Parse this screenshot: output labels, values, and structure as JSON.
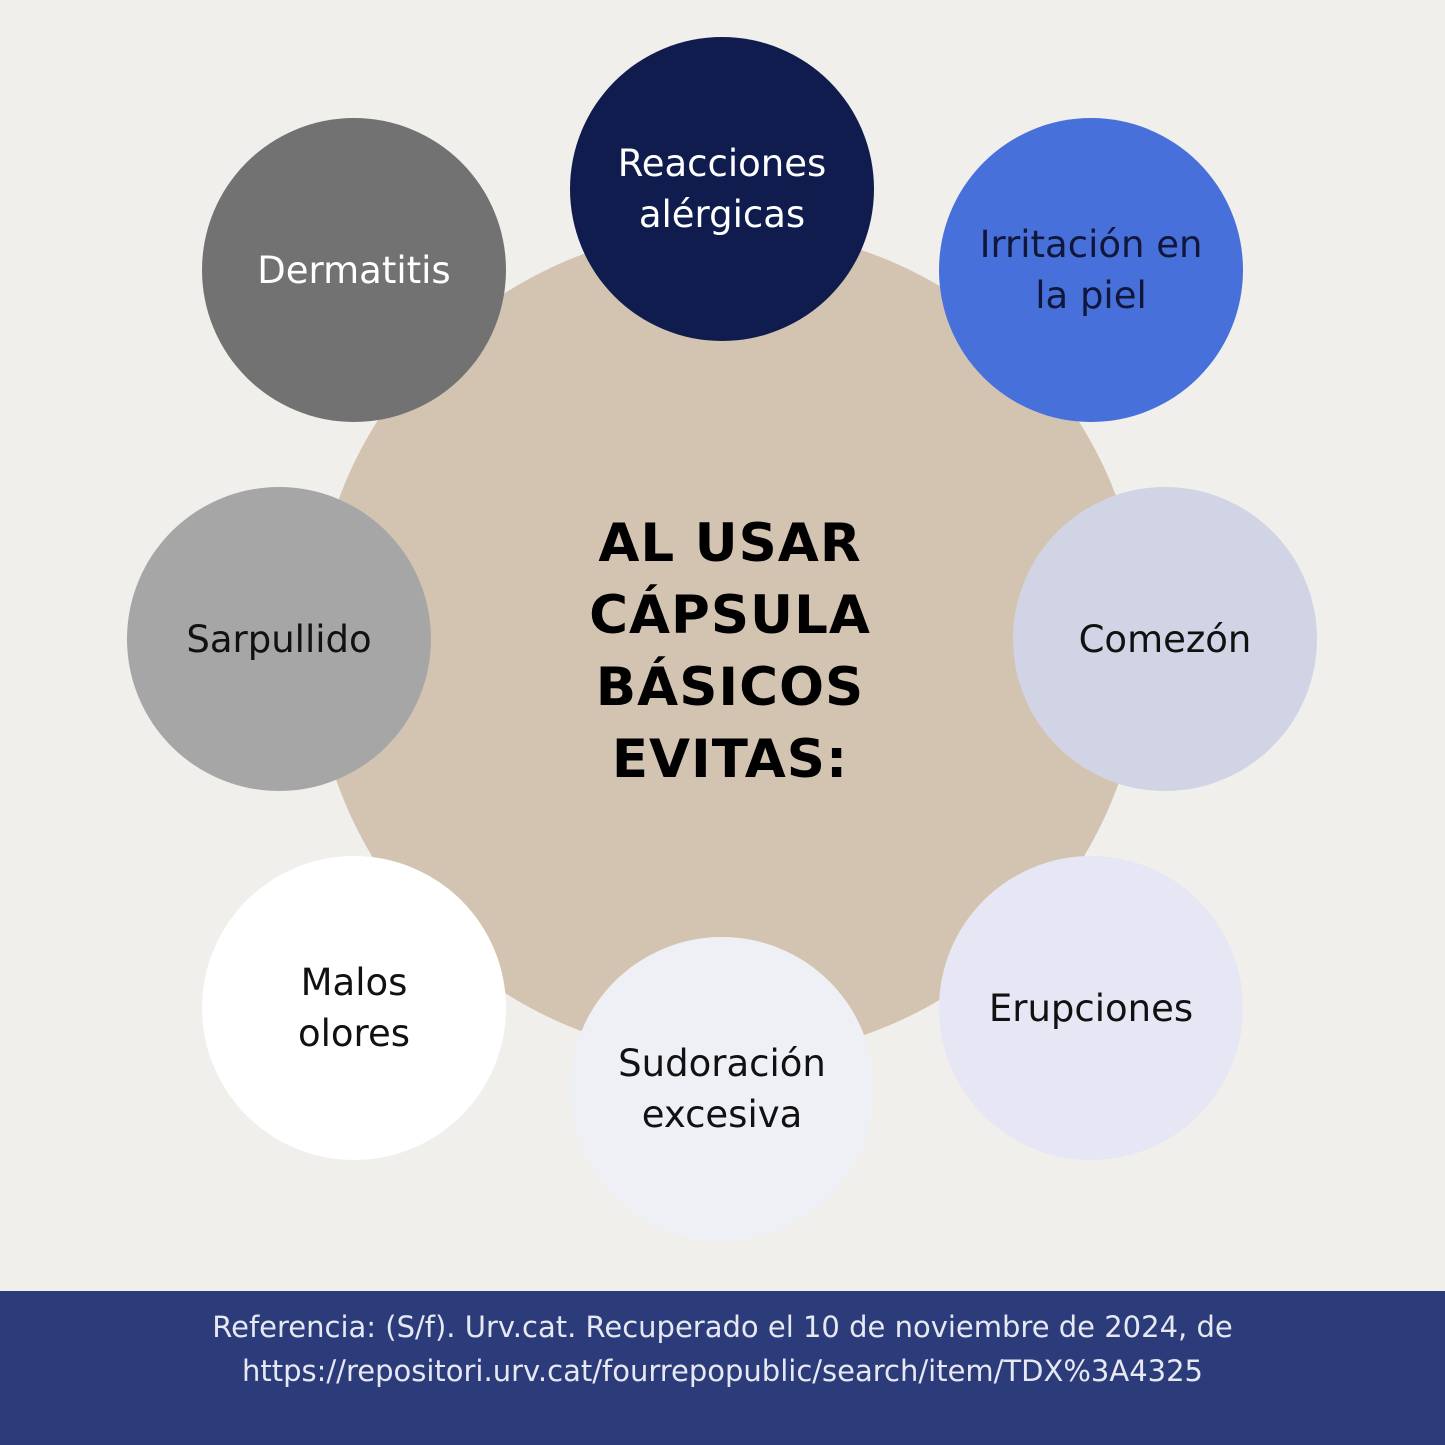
{
  "center": {
    "title_lines": [
      "AL USAR",
      "CÁPSULA",
      "BÁSICOS",
      "EVITAS:"
    ]
  },
  "nodes": [
    {
      "id": "reacciones-alergicas",
      "label": "Reacciones\nalérgicas",
      "bg": "#0f1c4d",
      "fg": "#ffffff"
    },
    {
      "id": "irritacion-piel",
      "label": "Irritación en\nla piel",
      "bg": "#4770db",
      "fg": "#10173a"
    },
    {
      "id": "comezon",
      "label": "Comezón",
      "bg": "#d0d4e4",
      "fg": "#111111"
    },
    {
      "id": "erupciones",
      "label": "Erupciones",
      "bg": "#e6e6f5",
      "fg": "#111111"
    },
    {
      "id": "sudoracion-excesiva",
      "label": "Sudoración\nexcesiva",
      "bg": "#eff0f5",
      "fg": "#111111"
    },
    {
      "id": "malos-olores",
      "label": "Malos\nolores",
      "bg": "#ffffff",
      "fg": "#111111"
    },
    {
      "id": "sarpullido",
      "label": "Sarpullido",
      "bg": "#a6a6a6",
      "fg": "#111111"
    },
    {
      "id": "dermatitis",
      "label": "Dermatitis",
      "bg": "#727272",
      "fg": "#ffffff"
    }
  ],
  "footer": {
    "line1": "Referencia: (S/f). Urv.cat. Recuperado el 10 de noviembre de 2024, de",
    "line2": "https://repositori.urv.cat/fourrepopublic/search/item/TDX%3A4325"
  },
  "colors": {
    "background": "#f0efec",
    "center_circle": "#d3c4b2",
    "footer": "#2c3c7b"
  }
}
